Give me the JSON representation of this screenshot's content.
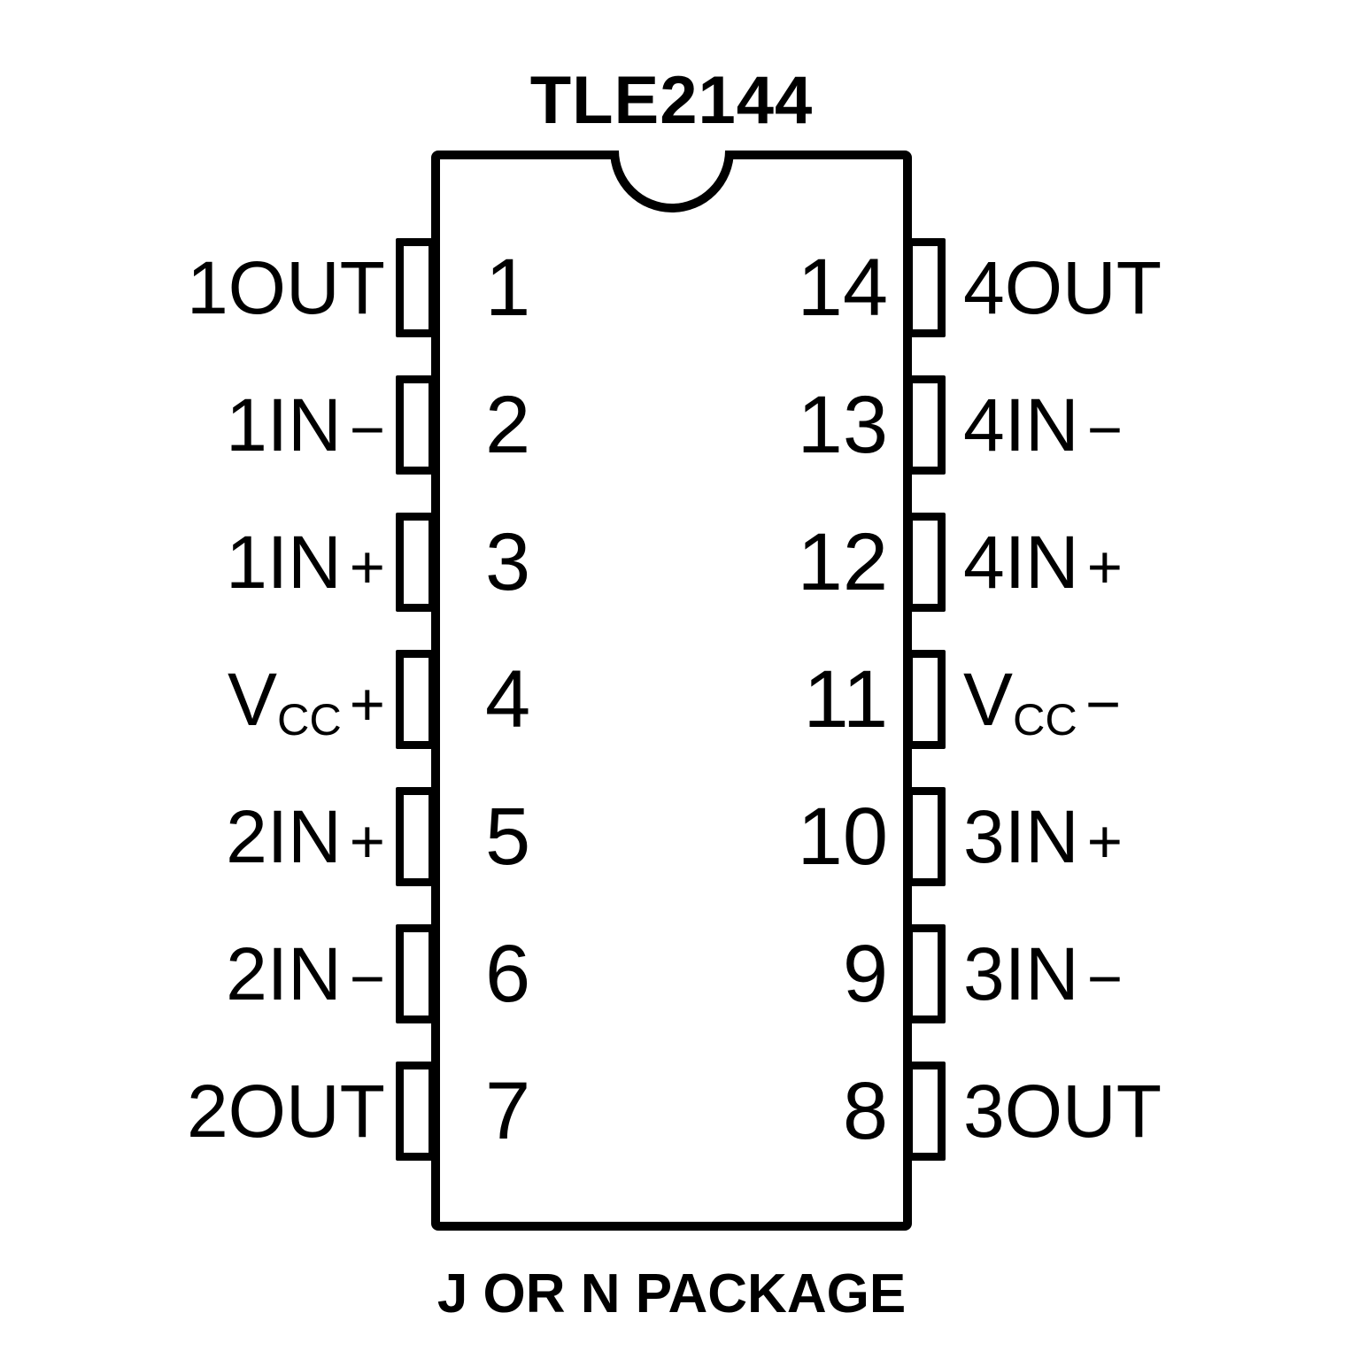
{
  "title": "TLE2144",
  "caption": "J OR N PACKAGE",
  "colors": {
    "ink": "#000000",
    "background": "#ffffff"
  },
  "left_pins": [
    {
      "number": "1",
      "label": {
        "main": "1OUT",
        "sub": "",
        "suffix": ""
      }
    },
    {
      "number": "2",
      "label": {
        "main": "1IN",
        "sub": "",
        "suffix": "−"
      }
    },
    {
      "number": "3",
      "label": {
        "main": "1IN",
        "sub": "",
        "suffix": "+"
      }
    },
    {
      "number": "4",
      "label": {
        "main": "V",
        "sub": "CC",
        "suffix": "+"
      }
    },
    {
      "number": "5",
      "label": {
        "main": "2IN",
        "sub": "",
        "suffix": "+"
      }
    },
    {
      "number": "6",
      "label": {
        "main": "2IN",
        "sub": "",
        "suffix": "−"
      }
    },
    {
      "number": "7",
      "label": {
        "main": "2OUT",
        "sub": "",
        "suffix": ""
      }
    }
  ],
  "right_pins": [
    {
      "number": "14",
      "label": {
        "main": "4OUT",
        "sub": "",
        "suffix": ""
      }
    },
    {
      "number": "13",
      "label": {
        "main": "4IN",
        "sub": "",
        "suffix": "−"
      }
    },
    {
      "number": "12",
      "label": {
        "main": "4IN",
        "sub": "",
        "suffix": "+"
      }
    },
    {
      "number": "11",
      "label": {
        "main": "V",
        "sub": "CC",
        "suffix": "−"
      }
    },
    {
      "number": "10",
      "label": {
        "main": "3IN",
        "sub": "",
        "suffix": "+"
      }
    },
    {
      "number": "9",
      "label": {
        "main": "3IN",
        "sub": "",
        "suffix": "−"
      }
    },
    {
      "number": "8",
      "label": {
        "main": "3OUT",
        "sub": "",
        "suffix": ""
      }
    }
  ]
}
